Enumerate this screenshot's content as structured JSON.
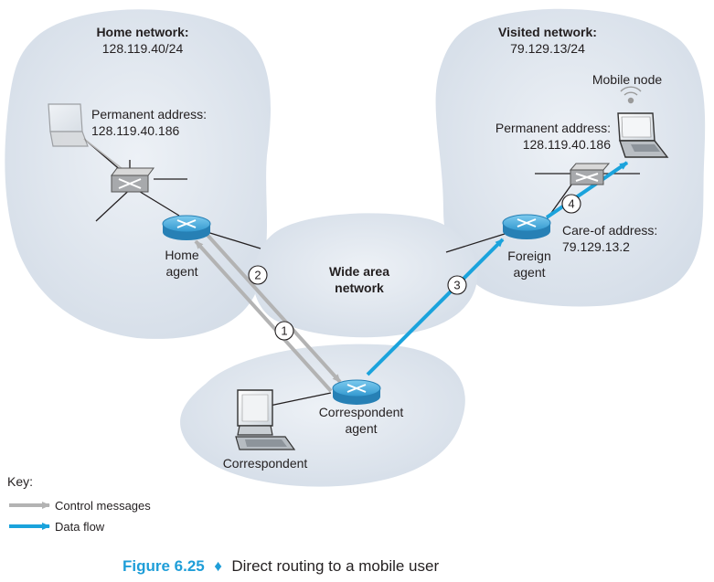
{
  "home_network": {
    "title": "Home network:",
    "subnet": "128.119.40/24"
  },
  "home_host": {
    "address_label": "Permanent address:",
    "address": "128.119.40.186"
  },
  "home_agent": {
    "line1": "Home",
    "line2": "agent"
  },
  "wan": {
    "line1": "Wide area",
    "line2": "network"
  },
  "visited_network": {
    "title": "Visited network:",
    "subnet": "79.129.13/24"
  },
  "mobile_node": {
    "label": "Mobile node",
    "address_label": "Permanent address:",
    "address": "128.119.40.186"
  },
  "foreign_agent": {
    "line1": "Foreign",
    "line2": "agent",
    "careof_label": "Care-of address:",
    "careof": "79.129.13.2"
  },
  "correspondent_agent": {
    "line1": "Correspondent",
    "line2": "agent"
  },
  "correspondent": {
    "label": "Correspondent"
  },
  "steps": [
    "1",
    "2",
    "3",
    "4"
  ],
  "key": {
    "title": "Key:",
    "control": "Control messages",
    "data": "Data flow"
  },
  "caption": {
    "figure": "Figure 6.25",
    "separator": "♦",
    "text": "Direct routing to a mobile user"
  },
  "colors": {
    "cloud": "#dbe3ec",
    "router": "#3aa6d8",
    "data_flow": "#1ba3dc",
    "control": "#b3b3b3",
    "caption_accent": "#1f9ed8"
  }
}
